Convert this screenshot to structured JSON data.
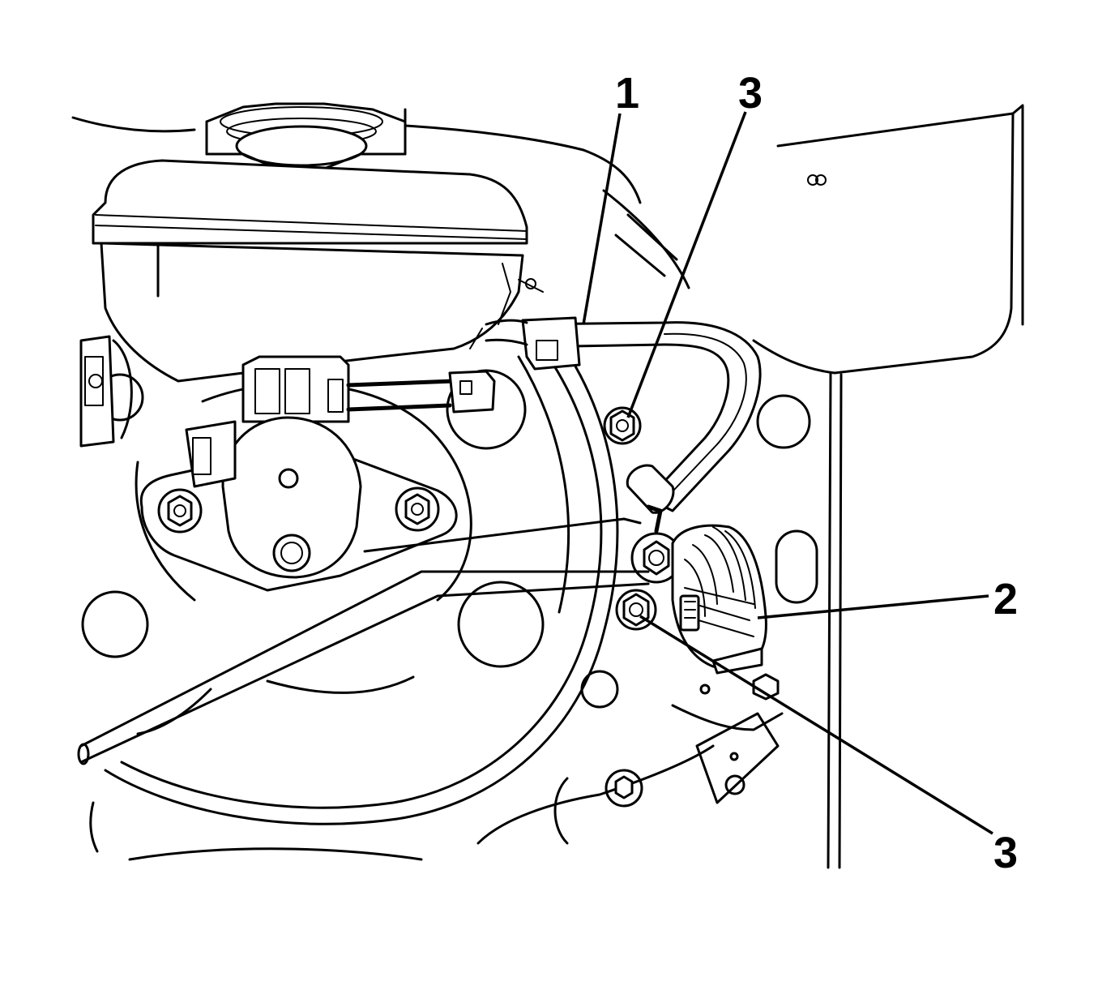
{
  "callouts": [
    {
      "id": "callout-1",
      "label": "1",
      "part": "vacuum-hose"
    },
    {
      "id": "callout-2",
      "label": "2",
      "part": "brake-booster-vacuum-sensor"
    },
    {
      "id": "callout-3a",
      "label": "3",
      "part": "upper-nut"
    },
    {
      "id": "callout-3b",
      "label": "3",
      "part": "lower-nut"
    }
  ],
  "style": {
    "line_color": "#000000",
    "background": "#ffffff"
  }
}
